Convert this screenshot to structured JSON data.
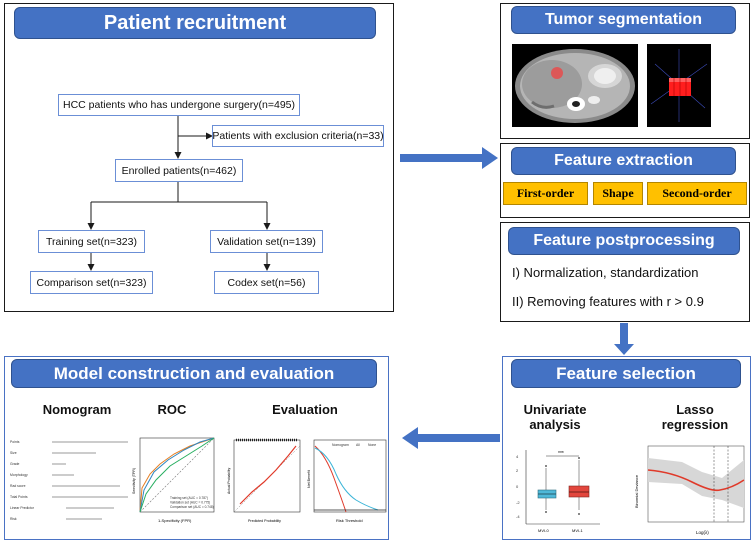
{
  "recruitment": {
    "title": "Patient recruitment",
    "hcc": "HCC patients who has undergone surgery(n=495)",
    "exclusion": "Patients with exclusion criteria(n=33)",
    "enrolled": "Enrolled patients(n=462)",
    "training": "Training set(n=323)",
    "validation": "Validation set(n=139)",
    "comparison": "Comparison set(n=323)",
    "codex": "Codex set(n=56)"
  },
  "segmentation": {
    "title": "Tumor segmentation"
  },
  "extraction": {
    "title": "Feature extraction",
    "tags": [
      "First-order",
      "Shape",
      "Second-order"
    ]
  },
  "postprocessing": {
    "title": "Feature postprocessing",
    "line1": "I) Normalization, standardization",
    "line2": "II) Removing features with r > 0.9"
  },
  "selection": {
    "title": "Feature selection",
    "univariate": "Univariate analysis",
    "lasso": "Lasso regression",
    "lasso_xlabel": "Log(λ)",
    "lasso_ylabel": "Binomial Deviance",
    "box_groups": [
      "MVI-0",
      "MVI-1"
    ],
    "box_sig": "***"
  },
  "model": {
    "title": "Model construction and evaluation",
    "nomogram": "Nomogram",
    "roc": "ROC",
    "evaluation": "Evaluation",
    "nomogram_rows": [
      "Points",
      "Size",
      "Grade",
      "Morphology",
      "Rad score",
      "Total Points",
      "Linear Predictor",
      "Risk"
    ],
    "roc_xlabel": "1-Specificity (FPR)",
    "roc_ylabel": "Sensitivity (TPR)",
    "roc_legend": [
      "Training set (AUC = 0.787)",
      "Validation set (AUC = 0.775)",
      "Comparison set (AUC = 0.748)"
    ],
    "calib_xlabel": "Predicted Probability",
    "calib_ylabel": "Actual Probability",
    "dca_xlabel": "Risk Threshold",
    "dca_ylabel": "Net Benefit",
    "dca_legend": [
      "Nomogram",
      "All",
      "None"
    ]
  },
  "colors": {
    "banner": "#4472c4",
    "tag": "#ffc000",
    "arrow": "#4472c4"
  }
}
